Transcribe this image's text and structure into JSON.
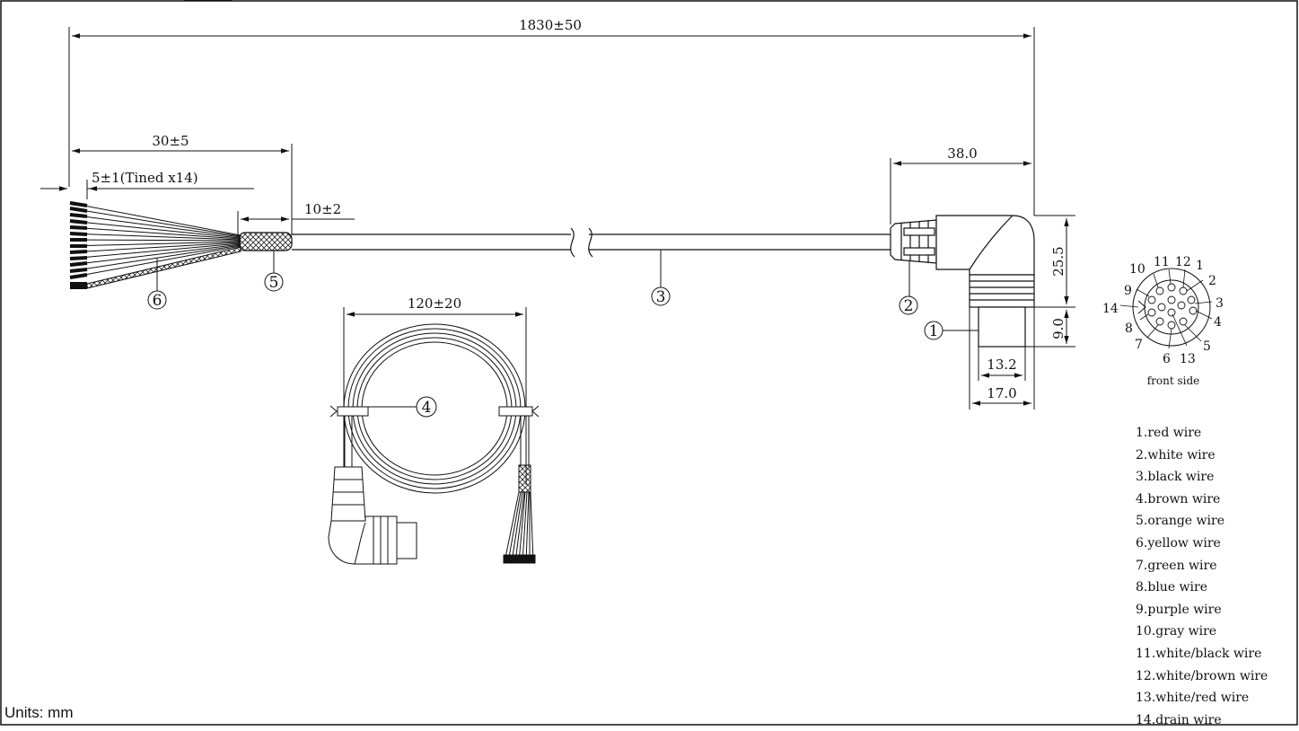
{
  "dimensions": {
    "overall_length": "1830±50",
    "strip_length": "30±5",
    "tin_length": "5±1(Tined x14)",
    "shield_length": "10±2",
    "connector_length": "38.0",
    "connector_height": "25.5",
    "nose_height": "9.0",
    "nose_width_inner": "13.2",
    "nose_width_outer": "17.0",
    "coil_diameter": "120±20"
  },
  "balloons": [
    "1",
    "2",
    "3",
    "4",
    "5",
    "6"
  ],
  "pinout": {
    "pins": [
      "1",
      "2",
      "3",
      "4",
      "5",
      "6",
      "7",
      "8",
      "9",
      "10",
      "11",
      "12",
      "13",
      "14"
    ],
    "caption": "front side"
  },
  "wires": [
    "1.red wire",
    "2.white wire",
    "3.black wire",
    "4.brown wire",
    "5.orange wire",
    "6.yellow wire",
    "7.green wire",
    "8.blue wire",
    "9.purple wire",
    "10.gray wire",
    "11.white/black wire",
    "12.white/brown wire",
    "13.white/red wire",
    "14.drain wire"
  ],
  "units_label": "Units: mm"
}
